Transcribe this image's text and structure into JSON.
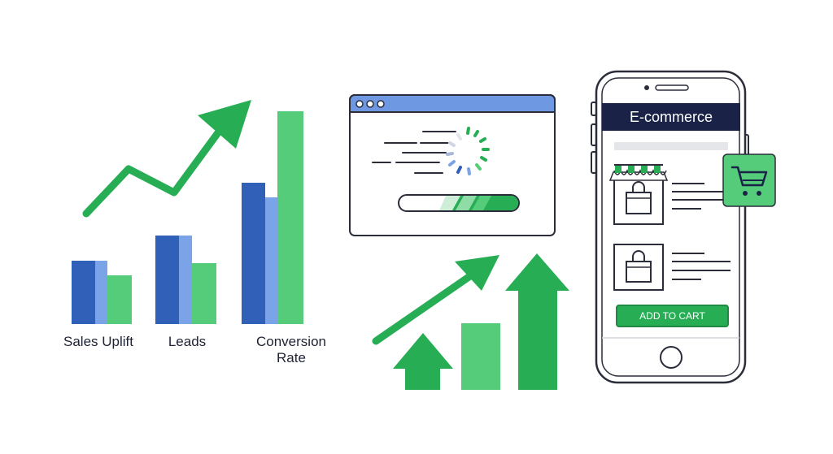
{
  "chart": {
    "categories": [
      "Sales Uplift",
      "Leads",
      "Conversion\nRate"
    ],
    "labels": {
      "sales": "Sales Uplift",
      "leads": "Leads",
      "conversion_line1": "Conversion",
      "conversion_line2": "Rate"
    }
  },
  "phone": {
    "header_title": "E-commerce",
    "add_to_cart_label": "ADD TO CART"
  },
  "colors": {
    "dark_blue": "#3160b9",
    "light_blue": "#7aa3e8",
    "green": "#27ae55",
    "light_green": "#55cc7a",
    "navy": "#1a2247",
    "outline": "#2b2d3a"
  },
  "icons": [
    "trend-arrow-icon",
    "browser-window-icon",
    "loading-spinner-icon",
    "shop-bag-icon",
    "shopping-cart-icon",
    "growth-arrows-icon"
  ]
}
